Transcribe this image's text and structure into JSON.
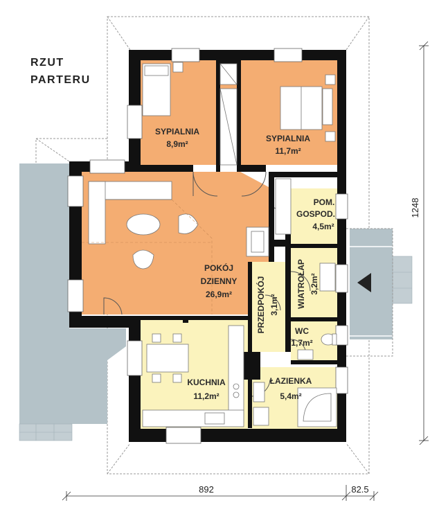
{
  "title": {
    "line1": "RZUT",
    "line2": "PARTERU"
  },
  "rooms": {
    "sypialnia1": {
      "name": "SYPIALNIA",
      "area": "8,9m²"
    },
    "sypialnia2": {
      "name": "SYPIALNIA",
      "area": "11,7m²"
    },
    "pom_gospod": {
      "name1": "POM.",
      "name2": "GOSPOD.",
      "area": "4,5m²"
    },
    "pokoj_dzienny": {
      "name1": "POKÓJ",
      "name2": "DZIENNY",
      "area": "26,9m²"
    },
    "wiatrolap": {
      "name": "WIATROŁAP",
      "area": "3,2m²"
    },
    "przedpokoj": {
      "name": "PRZEDPOKÓJ",
      "area": "3,1m²"
    },
    "wc": {
      "name": "WC",
      "area": "1,7m²"
    },
    "kuchnia": {
      "name": "KUCHNIA",
      "area": "11,2m²"
    },
    "lazienka": {
      "name": "ŁAZIENKA",
      "area": "5,4m²"
    }
  },
  "dimensions": {
    "width_main": "892",
    "width_annex": "82.5",
    "height": "1248"
  },
  "colors": {
    "bedroom_fill": "#f4ad72",
    "living_fill": "#f4ad72",
    "kitchen_fill": "#fbf3bd",
    "bath_fill": "#fbf3bd",
    "wall": "#111111",
    "terrace": "#b4c2c8",
    "roof_line": "#9a9a9a"
  }
}
